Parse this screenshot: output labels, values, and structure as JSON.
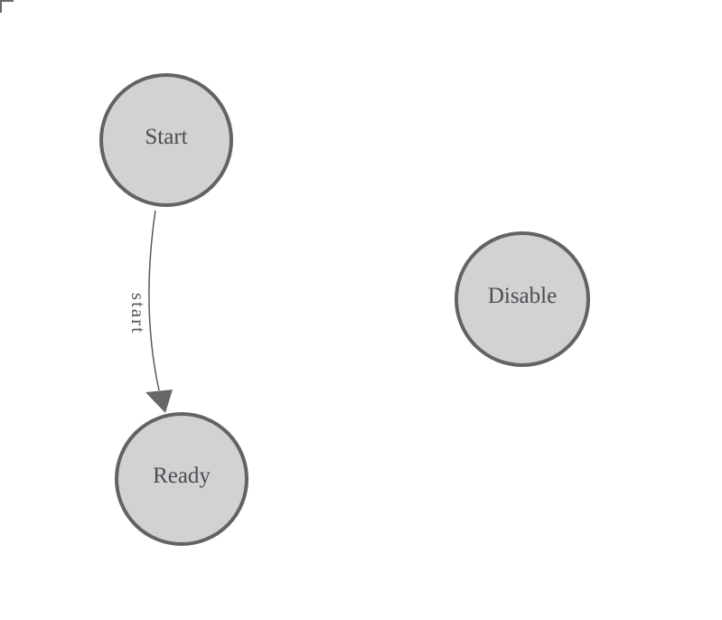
{
  "diagram": {
    "kind": "finite-state-machine",
    "nodes": [
      {
        "id": "start",
        "label": "Start"
      },
      {
        "id": "ready",
        "label": "Ready"
      },
      {
        "id": "disable",
        "label": "Disable"
      }
    ],
    "edges": [
      {
        "from": "Start",
        "to": "Ready",
        "label": "start"
      }
    ],
    "colors": {
      "background": "#ffffff",
      "node_fill": "#d2d2d2",
      "node_stroke": "#636363",
      "node_text": "#4c4c54",
      "edge_stroke": "#595959",
      "edge_label_text": "#55555c",
      "corner_mark": "#686868"
    }
  }
}
